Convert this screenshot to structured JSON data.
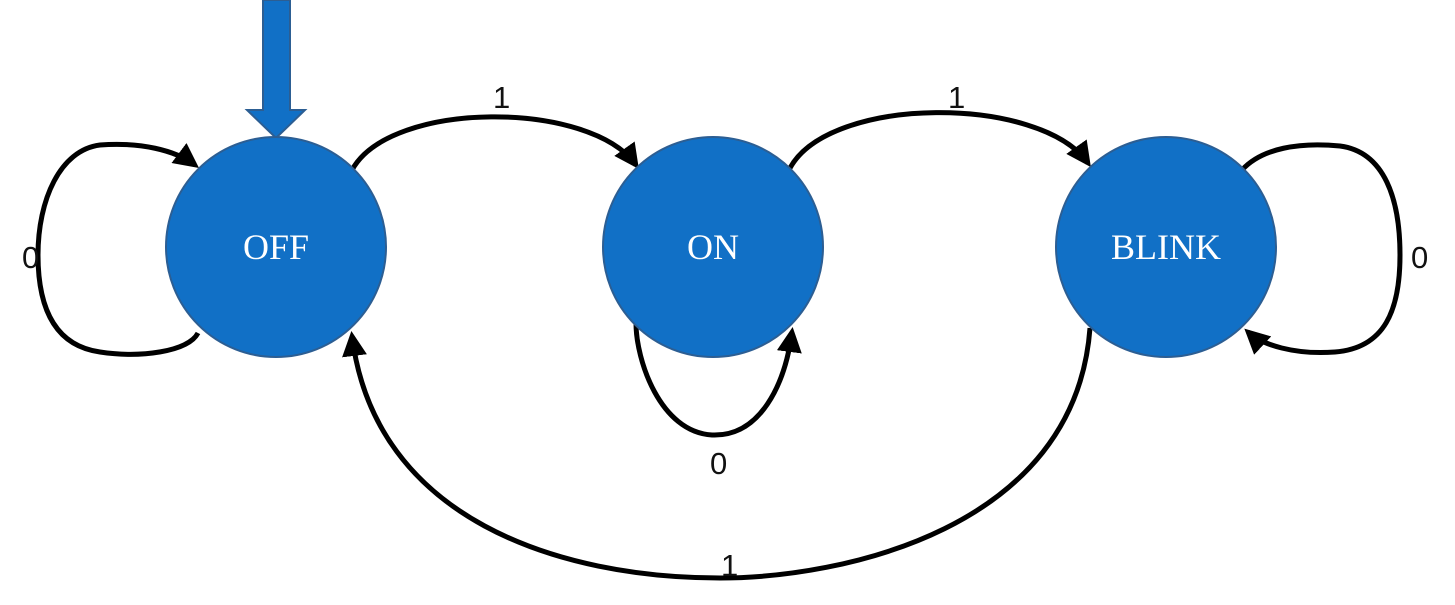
{
  "states": {
    "off": "OFF",
    "on": "ON",
    "blink": "BLINK"
  },
  "transitions": {
    "off_self": {
      "from": "OFF",
      "to": "OFF",
      "label": "0"
    },
    "off_to_on": {
      "from": "OFF",
      "to": "ON",
      "label": "1"
    },
    "on_self": {
      "from": "ON",
      "to": "ON",
      "label": "0"
    },
    "on_to_blink": {
      "from": "ON",
      "to": "BLINK",
      "label": "1"
    },
    "blink_self": {
      "from": "BLINK",
      "to": "BLINK",
      "label": "0"
    },
    "blink_to_off": {
      "from": "BLINK",
      "to": "OFF",
      "label": "1"
    }
  },
  "initial_state": "OFF",
  "colors": {
    "state_fill": "#1170C6",
    "state_text": "#ffffff",
    "edge": "#000000"
  }
}
